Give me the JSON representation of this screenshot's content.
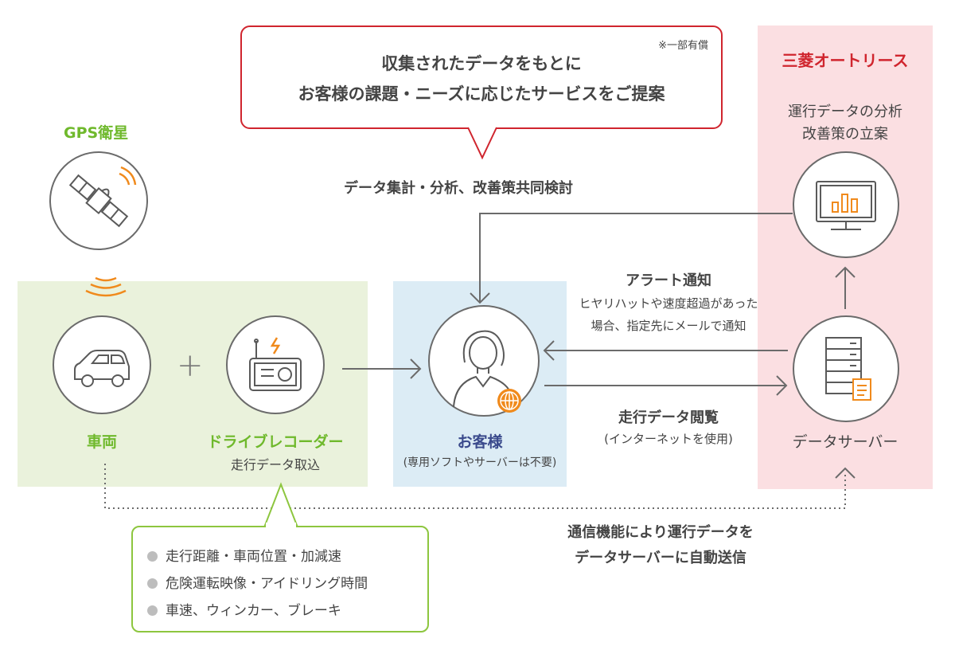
{
  "callout": {
    "note": "※一部有償",
    "line1": "収集されたデータをもとに",
    "line2": "お客様の課題・ニーズに応じたサービスをご提案"
  },
  "gps": {
    "label": "GPS衛星"
  },
  "vehicle": {
    "label": "車両"
  },
  "recorder": {
    "label": "ドライブレコーダー",
    "sublabel": "走行データ取込"
  },
  "plus_sign": "+",
  "customer": {
    "label": "お客様",
    "sublabel": "(専用ソフトやサーバーは不要)"
  },
  "company": {
    "name": "三菱オートリース",
    "task_line1": "運行データの分析",
    "task_line2": "改善策の立案",
    "server_label": "データサーバー"
  },
  "flows": {
    "joint_review": "データ集計・分析、改善策共同検討",
    "alert_title": "アラート通知",
    "alert_line1": "ヒヤリハットや速度超過があった",
    "alert_line2": "場合、指定先にメールで通知",
    "browse_title": "走行データ閲覧",
    "browse_sub": "(インターネットを使用)",
    "auto_line1": "通信機能により運行データを",
    "auto_line2": "データサーバーに自動送信"
  },
  "recorded_items": [
    "走行距離・車両位置・加減速",
    "危険運転映像・アイドリング時間",
    "車速、ウィンカー、ブレーキ"
  ],
  "colors": {
    "accent_red": "#d0252e",
    "green": "#6fb92c",
    "navy": "#3a4a8c",
    "orange": "#f08a1c",
    "zone_green": "#eaf2dc",
    "zone_blue": "#dcecf5",
    "zone_pink": "#fbdfe2"
  }
}
